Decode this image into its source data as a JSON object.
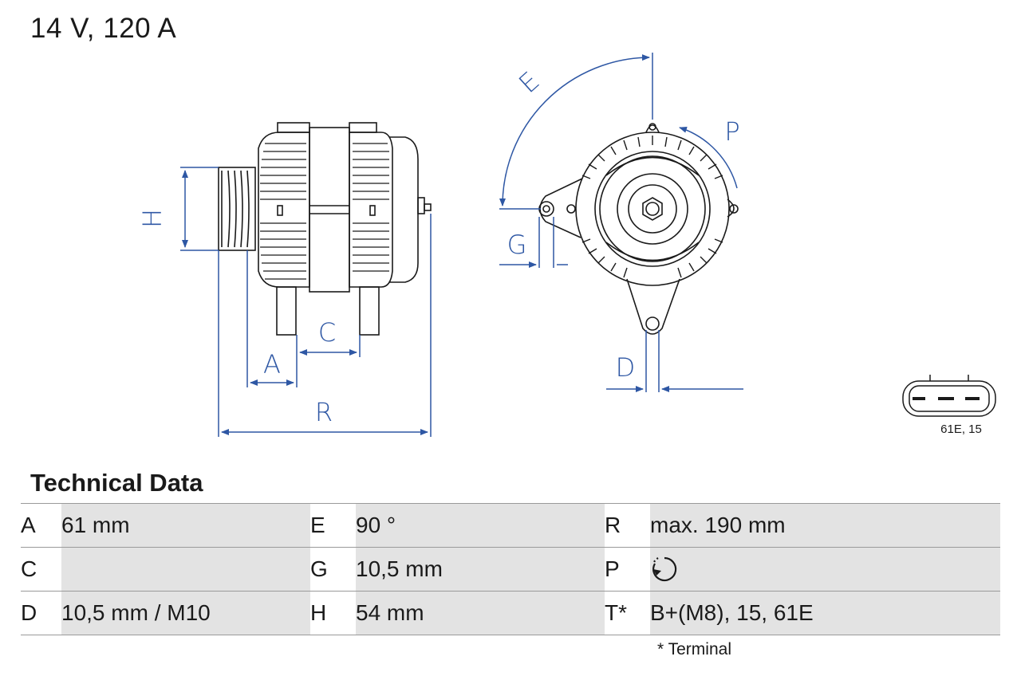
{
  "header": {
    "title": "14 V, 120 A"
  },
  "dimension_labels": {
    "H": "H",
    "A": "A",
    "C": "C",
    "R": "R",
    "E": "E",
    "P": "P",
    "G": "G",
    "D": "D"
  },
  "connector": {
    "label": "61E, 15"
  },
  "tech": {
    "title": "Technical Data",
    "rows": [
      [
        {
          "key": "A",
          "value": "61 mm"
        },
        {
          "key": "E",
          "value": "90 °"
        },
        {
          "key": "R",
          "value": "max. 190 mm"
        }
      ],
      [
        {
          "key": "C",
          "value": ""
        },
        {
          "key": "G",
          "value": "10,5 mm"
        },
        {
          "key": "P",
          "value": "",
          "icon": "clockwise-rotation-icon"
        }
      ],
      [
        {
          "key": "D",
          "value": "10,5 mm / M10"
        },
        {
          "key": "H",
          "value": "54 mm"
        },
        {
          "key": "T*",
          "value": "B+(M8), 15, 61E"
        }
      ]
    ],
    "footnote": "* Terminal"
  },
  "colors": {
    "dimension_line": "#2e57a4",
    "drawing_line": "#1a1a1a",
    "table_value_bg": "#e3e3e3",
    "table_rule": "#9a9a9a"
  }
}
